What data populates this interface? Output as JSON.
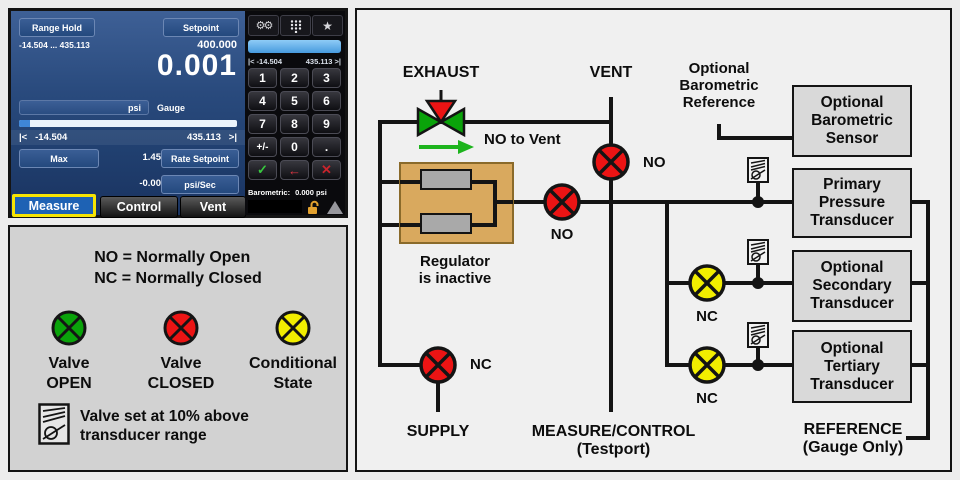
{
  "colors": {
    "open": "#0aa30a",
    "closed": "#ec1414",
    "conditional": "#f2ee00",
    "regulator": "#d9a95e",
    "arrow": "#1db41d"
  },
  "screen": {
    "range_hold": "Range Hold",
    "range_limits": "-14.504 ... 435.113",
    "setpoint_label": "Setpoint",
    "setpoint_value": "400.000",
    "reading": "0.001",
    "unit": "psi",
    "mode": "Gauge",
    "bar_min": "|<   -14.504",
    "bar_max": "435.113   >|",
    "max_label": "Max",
    "max_value": "1.45",
    "rate_setpoint_label": "Rate Setpoint",
    "rate_value": "-0.00",
    "rate_unit": "psi/Sec",
    "tabs": [
      "Measure",
      "Control",
      "Vent"
    ],
    "keypad_range_min": "|< -14.504",
    "keypad_range_max": "435.113 >|",
    "keys": [
      "1",
      "2",
      "3",
      "4",
      "5",
      "6",
      "7",
      "8",
      "9",
      "+/-",
      "0",
      "."
    ],
    "confirm_icon": "✓",
    "backspace_icon": "←",
    "cancel_icon": "✕",
    "star_icon": "★",
    "gears_icon": "⚙⚙",
    "barometric_label": "Barometric:",
    "barometric_value": "0.000 psi"
  },
  "legend": {
    "heading1": "NO = Normally Open",
    "heading2": "NC = Normally Closed",
    "items": [
      {
        "label1": "Valve",
        "label2": "OPEN"
      },
      {
        "label1": "Valve",
        "label2": "CLOSED"
      },
      {
        "label1": "Conditional",
        "label2": "State"
      }
    ],
    "relief_line1": "Valve set at 10% above",
    "relief_line2": "transducer range"
  },
  "diagram": {
    "exhaust": "EXHAUST",
    "vent": "VENT",
    "supply": "SUPPLY",
    "no_to_vent": "NO to Vent",
    "regulator_line1": "Regulator",
    "regulator_line2": "is inactive",
    "baro_ref_line1": "Optional",
    "baro_ref_line2": "Barometric",
    "baro_ref_line3": "Reference",
    "valve_labels": {
      "vent": "NO",
      "main": "NO",
      "supply": "NC",
      "secondary": "NC",
      "tertiary": "NC"
    },
    "boxes": [
      {
        "l1": "Optional",
        "l2": "Barometric",
        "l3": "Sensor"
      },
      {
        "l1": "Primary",
        "l2": "Pressure",
        "l3": "Transducer"
      },
      {
        "l1": "Optional",
        "l2": "Secondary",
        "l3": "Transducer"
      },
      {
        "l1": "Optional",
        "l2": "Tertiary",
        "l3": "Transducer"
      }
    ],
    "measure_control_line1": "MEASURE/CONTROL",
    "measure_control_line2": "(Testport)",
    "reference_line1": "REFERENCE",
    "reference_line2": "(Gauge Only)"
  }
}
